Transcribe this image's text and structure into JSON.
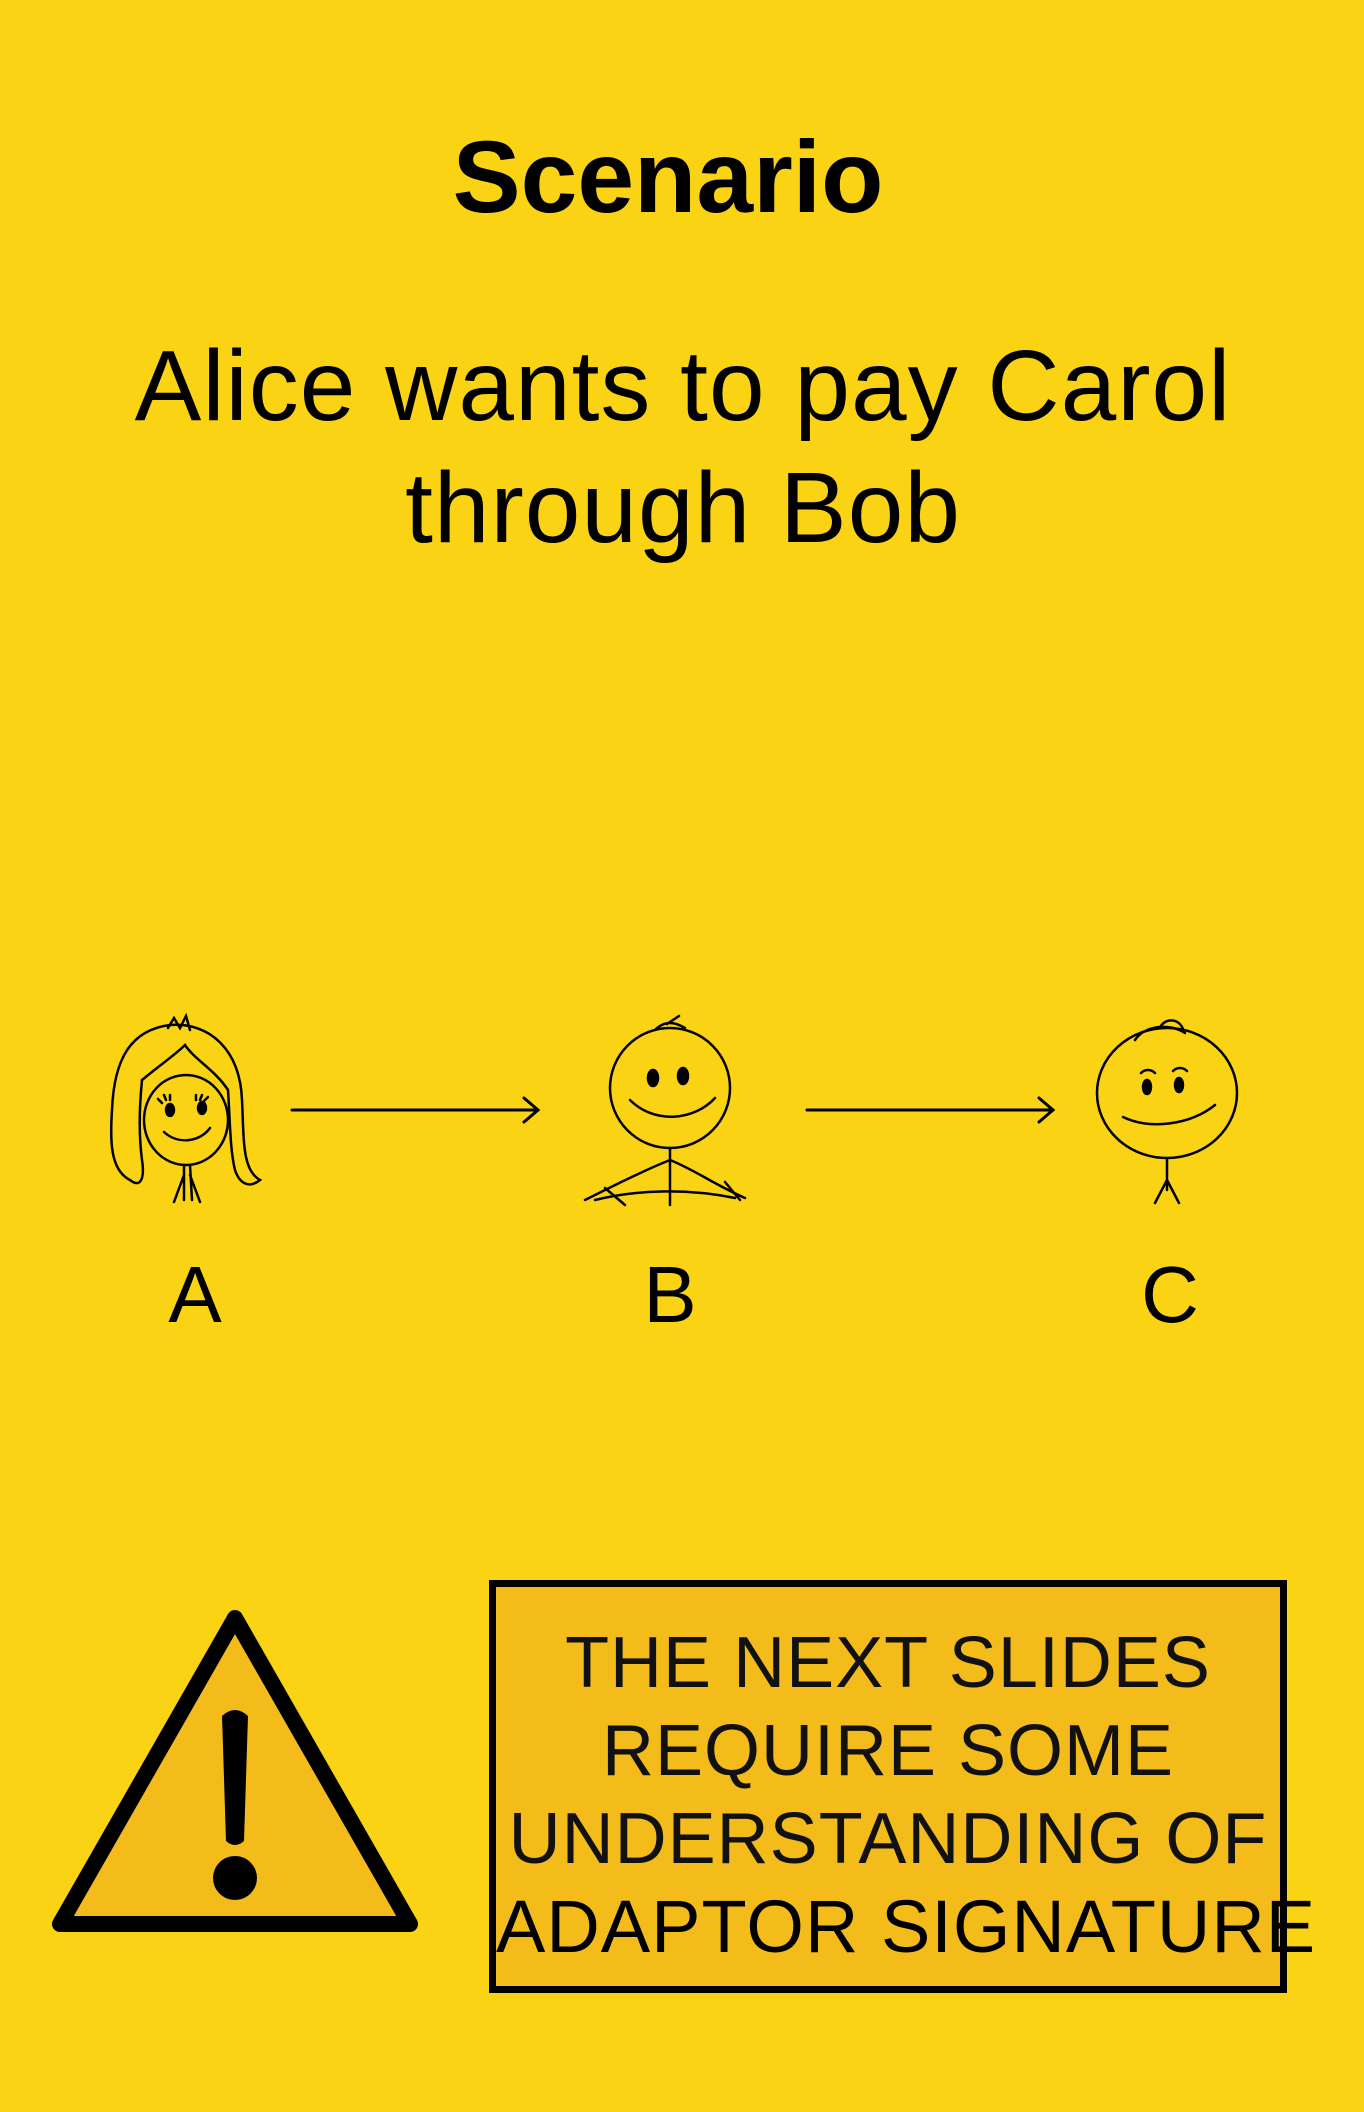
{
  "title": "Scenario",
  "subtitle_lines": [
    "Alice wants to pay Carol",
    "through Bob"
  ],
  "nodes": [
    {
      "label": "A",
      "icon": "alice-stick-figure"
    },
    {
      "label": "B",
      "icon": "bob-stick-figure"
    },
    {
      "label": "C",
      "icon": "carol-stick-figure"
    }
  ],
  "notice": {
    "lines": [
      "THE NEXT SLIDES",
      "REQUIRE SOME",
      "UNDERSTANDING OF"
    ],
    "emphasis": "ADAPTOR SIGNATURE"
  },
  "colors": {
    "background": "#FAD315",
    "notice_fill": "#F4BC1A",
    "ink": "#000000"
  }
}
